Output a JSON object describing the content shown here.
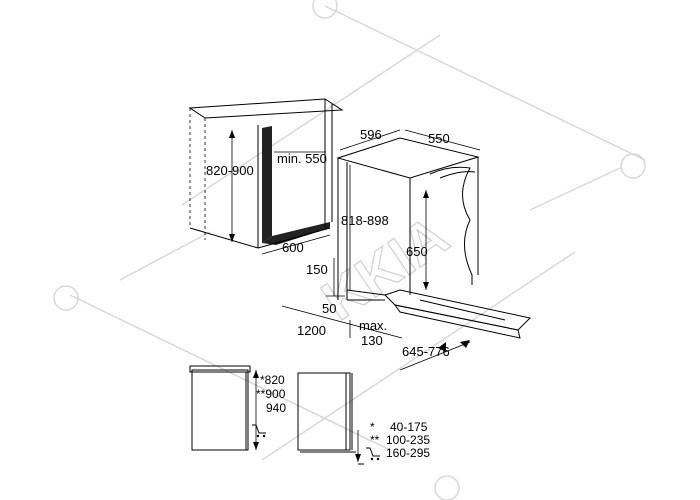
{
  "watermark": {
    "text": "KKIA"
  },
  "dimensions": {
    "niche_height": "820-900",
    "min_depth": "min. 550",
    "niche_depth": "600",
    "appliance_width": "596",
    "appliance_depth": "550",
    "appliance_height": "818-898",
    "door_height": "650",
    "plinth_height": "150",
    "plinth_offset": "50",
    "total_clearance": "1200",
    "max_label": "max.",
    "max_value": "130",
    "door_open": "645-776"
  },
  "legend_left": {
    "row1": "*820",
    "row2": "**900",
    "row3": "940"
  },
  "legend_right": {
    "row1": "40-175",
    "row2": "100-235",
    "row3": "160-295"
  }
}
